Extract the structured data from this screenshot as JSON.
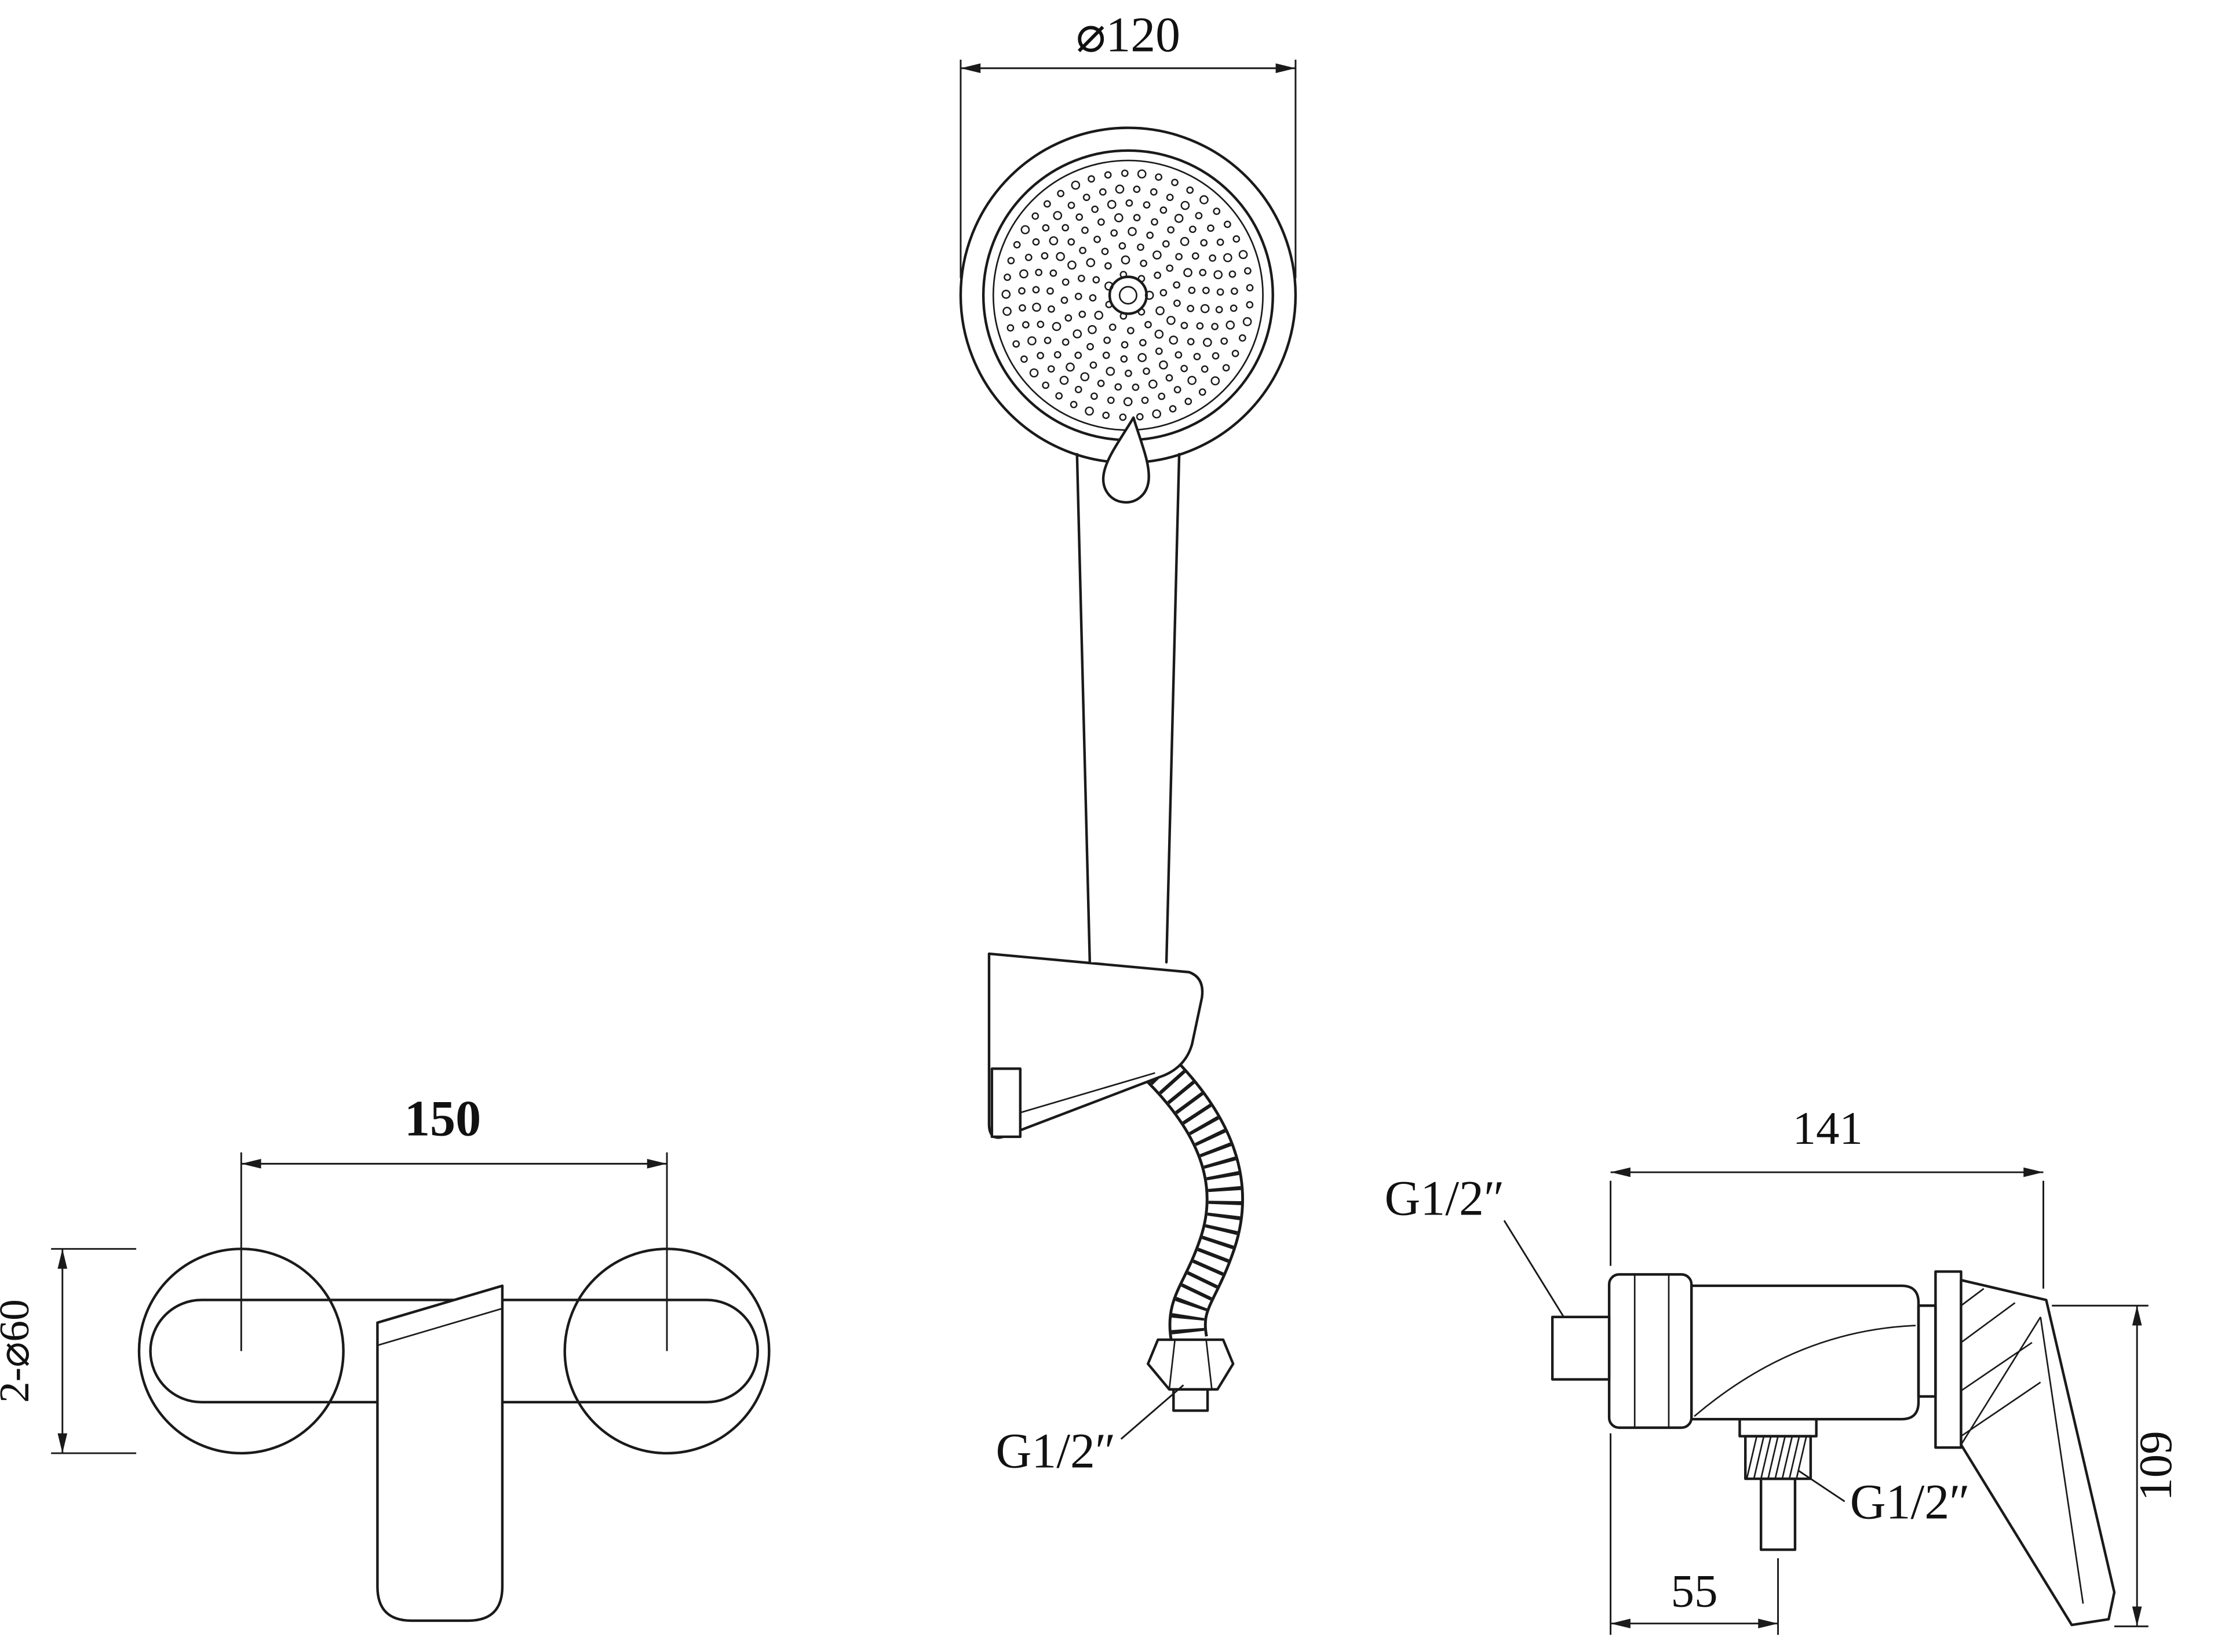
{
  "page": {
    "background": "#ffffff",
    "line_color": "#1a1a1a",
    "drawing_type": "shower mixer set technical drawing"
  },
  "views": {
    "hand_shower": {
      "name": "hand shower front view",
      "dim_diameter": "⌀120",
      "hose_thread_label": "G1/2″"
    },
    "mixer_front": {
      "name": "mixer front view",
      "dim_center_distance": "150",
      "dim_escutcheon": "2-⌀60"
    },
    "mixer_side": {
      "name": "mixer side view",
      "dim_width": "141",
      "dim_height": "109",
      "dim_outlet_offset": "55",
      "inlet_thread_label": "G1/2″",
      "outlet_thread_label": "G1/2″"
    }
  }
}
